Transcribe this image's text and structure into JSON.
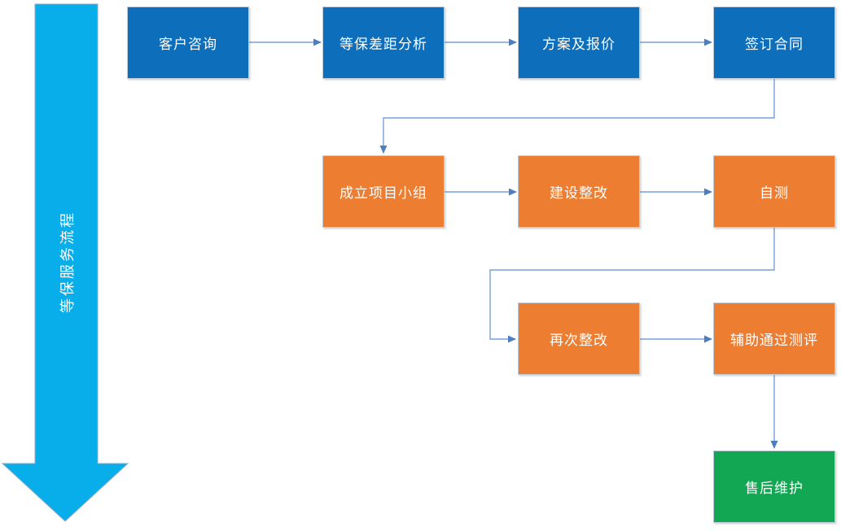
{
  "banner": {
    "label": "等保服务流程",
    "color": "#08aeea"
  },
  "nodes": [
    {
      "id": "customer-consultation",
      "label": "客户咨询",
      "color": "#0d6ebb"
    },
    {
      "id": "gap-analysis",
      "label": "等保差距分析",
      "color": "#0d6ebb"
    },
    {
      "id": "plan-and-quotation",
      "label": "方案及报价",
      "color": "#0d6ebb"
    },
    {
      "id": "sign-contract",
      "label": "签订合同",
      "color": "#0d6ebb"
    },
    {
      "id": "establish-project-team",
      "label": "成立项目小组",
      "color": "#ed7d31"
    },
    {
      "id": "construction-rectification",
      "label": "建设整改",
      "color": "#ed7d31"
    },
    {
      "id": "self-test",
      "label": "自测",
      "color": "#ed7d31"
    },
    {
      "id": "re-rectification",
      "label": "再次整改",
      "color": "#ed7d31"
    },
    {
      "id": "assist-pass-evaluation",
      "label": "辅助通过测评",
      "color": "#ed7d31"
    },
    {
      "id": "after-sales-maintenance",
      "label": "售后维护",
      "color": "#12a853"
    }
  ],
  "edges": [
    {
      "from": "customer-consultation",
      "to": "gap-analysis"
    },
    {
      "from": "gap-analysis",
      "to": "plan-and-quotation"
    },
    {
      "from": "plan-and-quotation",
      "to": "sign-contract"
    },
    {
      "from": "sign-contract",
      "to": "establish-project-team"
    },
    {
      "from": "establish-project-team",
      "to": "construction-rectification"
    },
    {
      "from": "construction-rectification",
      "to": "self-test"
    },
    {
      "from": "self-test",
      "to": "re-rectification"
    },
    {
      "from": "re-rectification",
      "to": "assist-pass-evaluation"
    },
    {
      "from": "assist-pass-evaluation",
      "to": "after-sales-maintenance"
    }
  ],
  "colors": {
    "blue": "#0d6ebb",
    "orange": "#ed7d31",
    "green": "#12a853",
    "banner": "#08aeea",
    "connector": "#74a1d8",
    "arrowhead": "#4d7ec0",
    "node_text": "#ffffff"
  }
}
